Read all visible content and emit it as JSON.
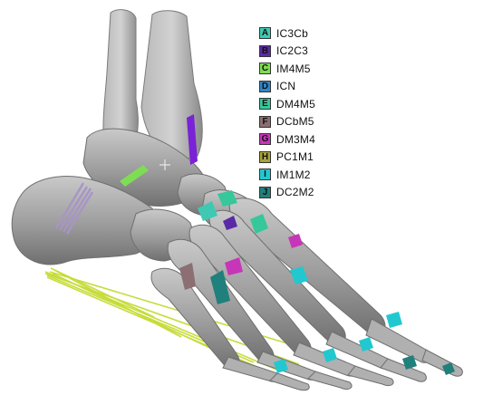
{
  "legend": [
    {
      "letter": "A",
      "label": "IC3Cb",
      "color": "#3fc9b2"
    },
    {
      "letter": "B",
      "label": "IC2C3",
      "color": "#5a2aa6"
    },
    {
      "letter": "C",
      "label": "IM4M5",
      "color": "#7fdc55"
    },
    {
      "letter": "D",
      "label": "ICN",
      "color": "#2f86c9"
    },
    {
      "letter": "E",
      "label": "DM4M5",
      "color": "#36c79a"
    },
    {
      "letter": "F",
      "label": "DCbM5",
      "color": "#8b6f72"
    },
    {
      "letter": "G",
      "label": "DM3M4",
      "color": "#c735b8"
    },
    {
      "letter": "H",
      "label": "PC1M1",
      "color": "#a7a43a"
    },
    {
      "letter": "I",
      "label": "IM1M2",
      "color": "#22c8cf"
    },
    {
      "letter": "J",
      "label": "DC2M2",
      "color": "#20807b"
    }
  ],
  "colors": {
    "bone_light": "#c2c2c2",
    "bone_mid": "#9a9a9a",
    "bone_dark": "#6a6a6a",
    "plantar_fascia": "#c7dc3c",
    "ligament_lavender": "#a795c6",
    "ligament_violet": "#7a22d6"
  }
}
